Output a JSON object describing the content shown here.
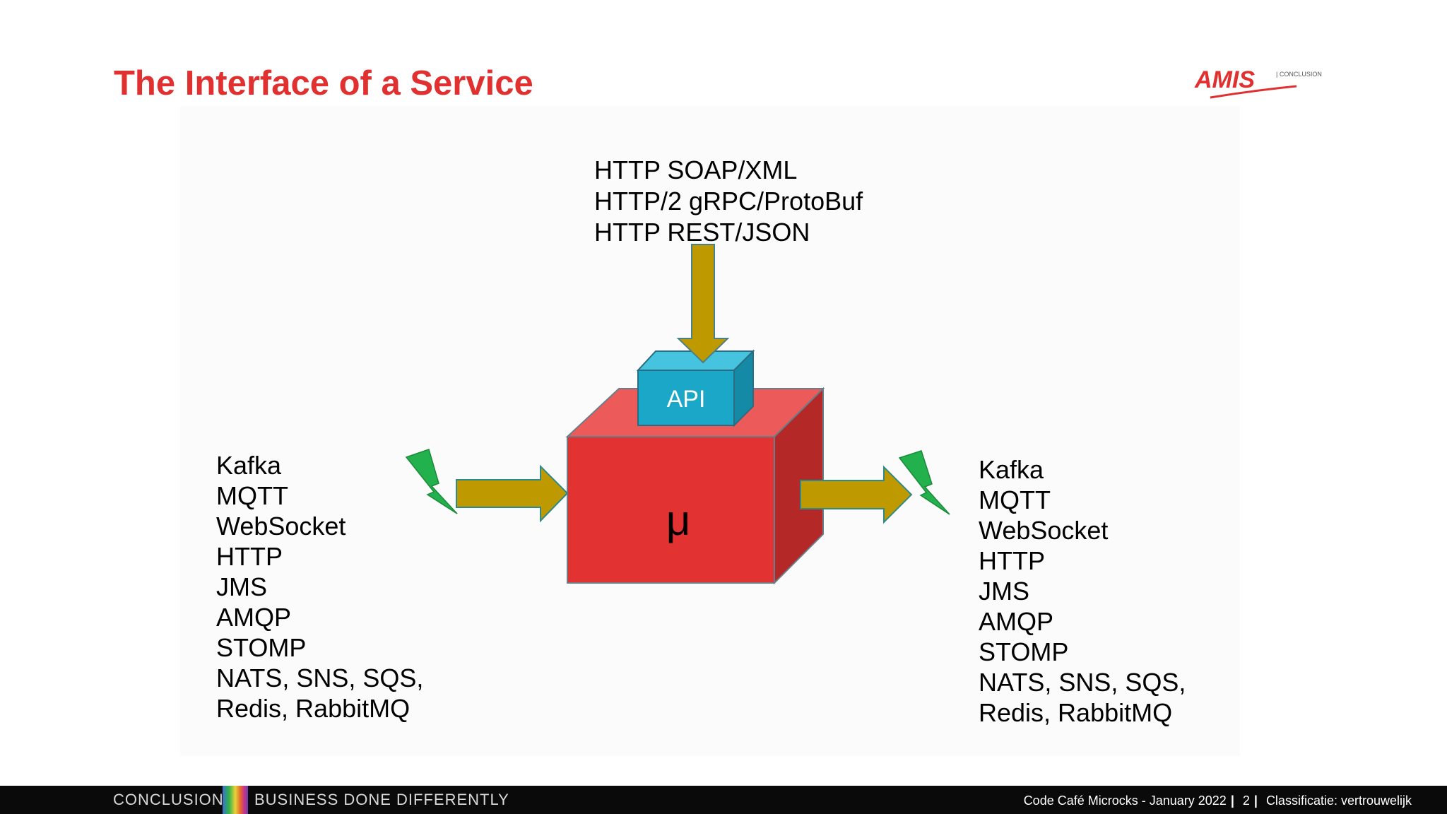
{
  "title": "The Interface of a Service",
  "logo": {
    "wordmark": "AMIS",
    "tagline": "| CONCLUSION"
  },
  "inbound_sync_protocols": [
    "HTTP SOAP/XML",
    "HTTP/2 gRPC/ProtoBuf",
    "HTTP REST/JSON"
  ],
  "inbound_async_protocols": [
    "Kafka",
    "MQTT",
    "WebSocket",
    "HTTP",
    "JMS",
    "AMQP",
    "STOMP",
    "NATS, SNS, SQS,",
    "Redis, RabbitMQ"
  ],
  "outbound_async_protocols": [
    "Kafka",
    "MQTT",
    "WebSocket",
    "HTTP",
    "JMS",
    "AMQP",
    "STOMP",
    "NATS, SNS, SQS,",
    "Redis, RabbitMQ"
  ],
  "service": {
    "label": "μ",
    "api_label": "API"
  },
  "colors": {
    "title": "#e0302f",
    "cube_front": "#e33232",
    "cube_top": "#ec5a5a",
    "cube_side": "#b52828",
    "api_front": "#1ba7c8",
    "api_top": "#45c3df",
    "arrow": "#bf9900",
    "lightning": "#22b14c"
  },
  "footer": {
    "brand": "CONCLUSION",
    "slogan": "BUSINESS DONE DIFFERENTLY",
    "event": "Code Café Microcks - January 2022",
    "page": "2",
    "classification": "Classificatie: vertrouwelijk"
  }
}
